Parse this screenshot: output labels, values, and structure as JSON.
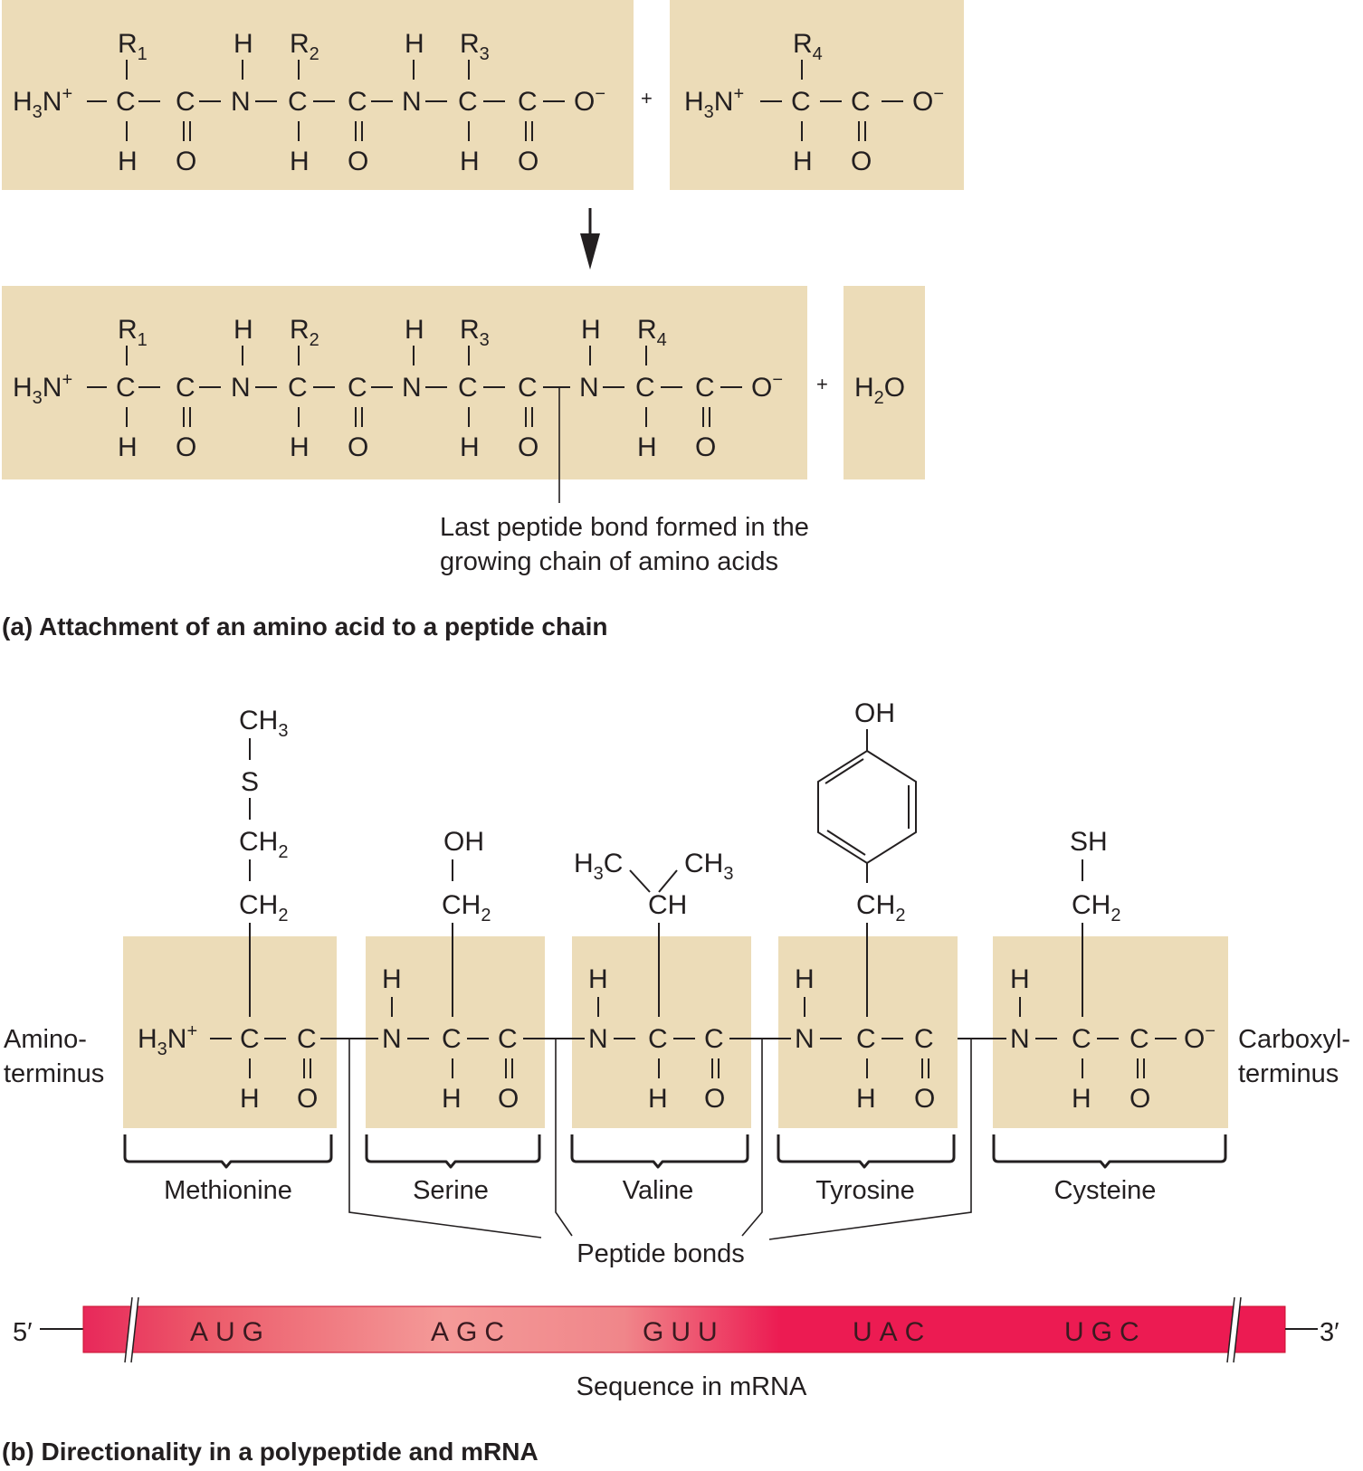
{
  "panel_a": {
    "caption": "(a) Attachment of an amino acid to a peptide chain",
    "reactant_chain": {
      "n_terminus": "H3N+",
      "r_groups": [
        "R1",
        "R2",
        "R3"
      ],
      "c_terminus": "O−"
    },
    "reactant_amino_acid": {
      "n_terminus": "H3N+",
      "r_group": "R4",
      "c_terminus": "O−"
    },
    "plus_sign": "+",
    "product_chain": {
      "n_terminus": "H3N+",
      "r_groups": [
        "R1",
        "R2",
        "R3",
        "R4"
      ],
      "c_terminus": "O−"
    },
    "byproduct": "H2O",
    "annotation": {
      "line1": "Last peptide bond formed in the",
      "line2": "growing chain of amino acids"
    }
  },
  "panel_b": {
    "caption": "(b) Directionality in a polypeptide and mRNA",
    "left_label": {
      "line1": "Amino-",
      "line2": "terminus"
    },
    "right_label": {
      "line1": "Carboxyl-",
      "line2": "terminus"
    },
    "amino_acids": [
      {
        "name": "Methionine",
        "side_chain": [
          "CH3",
          "S",
          "CH2",
          "CH2"
        ],
        "codon": "AUG"
      },
      {
        "name": "Serine",
        "side_chain": [
          "OH",
          "CH2"
        ],
        "codon": "AGC"
      },
      {
        "name": "Valine",
        "side_chain": [
          "H3C",
          "CH3",
          "CH"
        ],
        "codon": "GUU"
      },
      {
        "name": "Tyrosine",
        "side_chain": [
          "OH",
          "benzene-ring",
          "CH2"
        ],
        "codon": "UAC"
      },
      {
        "name": "Cysteine",
        "side_chain": [
          "SH",
          "CH2"
        ],
        "codon": "UGC"
      }
    ],
    "peptide_bonds_label": "Peptide bonds",
    "mrna": {
      "five_prime": "5′",
      "three_prime": "3′",
      "label": "Sequence in mRNA",
      "gradient_colors": [
        "#e8285a",
        "#f49a98",
        "#ec1b52"
      ]
    }
  },
  "colors": {
    "box_fill": "#ecdcb8",
    "text": "#231f20",
    "mrna_dark": "#ec1b52",
    "mrna_light": "#f49a98"
  }
}
